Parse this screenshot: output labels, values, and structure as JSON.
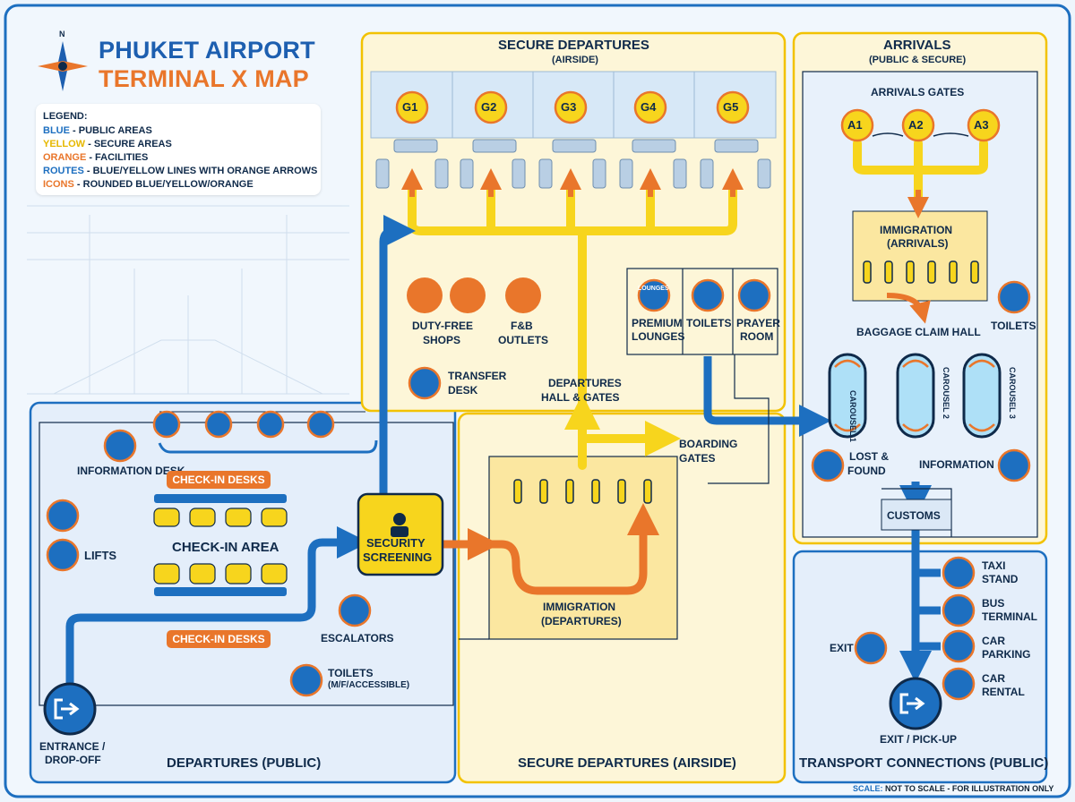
{
  "title": {
    "line1": "PHUKET AIRPORT",
    "line2": "TERMINAL X MAP",
    "compass_n": "N"
  },
  "legend": {
    "heading": "LEGEND:",
    "rows": [
      {
        "key": "BLUE",
        "desc": " - PUBLIC AREAS",
        "color": "#1d6fc0"
      },
      {
        "key": "YELLOW",
        "desc": " - SECURE AREAS",
        "color": "#f2c200"
      },
      {
        "key": "ORANGE",
        "desc": " - FACILITIES",
        "color": "#e9762b"
      },
      {
        "key": "ROUTES",
        "desc": " - BLUE/YELLOW LINES WITH ORANGE ARROWS",
        "color": "#1d6fc0"
      },
      {
        "key": "ICONS",
        "desc": " - ROUNDED BLUE/YELLOW/ORANGE",
        "color": "#e9762b"
      }
    ]
  },
  "colors": {
    "public_blue": "#1d6fc0",
    "secure_yellow": "#f7d51d",
    "facility_orange": "#e9762b",
    "navy": "#0f2a4a"
  },
  "departures_public": {
    "zone_label": "DEPARTURES (PUBLIC)",
    "info_desk": "INFORMATION DESK",
    "lifts": "LIFTS",
    "checkin_top": "CHECK-IN DESKS",
    "checkin_area": "CHECK-IN AREA",
    "checkin_bottom": "CHECK-IN DESKS",
    "escalators": "ESCALATORS",
    "toilets": "TOILETS",
    "toilets_sub": "(M/F/ACCESSIBLE)",
    "entrance": "ENTRANCE /",
    "entrance2": "DROP-OFF",
    "security": "SECURITY",
    "security2": "SCREENING",
    "transfer": "TRANSFER",
    "transfer2": "DESK"
  },
  "secure_departures": {
    "heading": "SECURE DEPARTURES",
    "subheading": "(AIRSIDE)",
    "gates": [
      "G1",
      "G2",
      "G3",
      "G4",
      "G5"
    ],
    "duty_free": "DUTY-FREE",
    "duty_free2": "SHOPS",
    "fb": "F&B",
    "fb2": "OUTLETS",
    "lounges": "PREMIUM",
    "lounges2": "LOUNGES",
    "lounge_sign": "LOUNGES",
    "toilets": "TOILETS",
    "prayer": "PRAYER",
    "prayer2": "ROOM",
    "hall": "DEPARTURES",
    "hall2": "HALL & GATES",
    "boarding": "BOARDING",
    "boarding2": "GATES",
    "immigration": "IMMIGRATION",
    "immigration2": "(DEPARTURES)",
    "zone_label": "SECURE DEPARTURES (AIRSIDE)"
  },
  "arrivals": {
    "heading": "ARRIVALS",
    "subheading": "(PUBLIC & SECURE)",
    "gates_label": "ARRIVALS GATES",
    "gates": [
      "A1",
      "A2",
      "A3"
    ],
    "immigration": "IMMIGRATION",
    "immigration2": "(ARRIVALS)",
    "baggage": "BAGGAGE CLAIM HALL",
    "toilets": "TOILETS",
    "carousels": [
      "CAROUSEL 1",
      "CAROUSEL 2",
      "CAROUSEL 3"
    ],
    "lost": "LOST &",
    "lost2": "FOUND",
    "information": "INFORMATION",
    "customs": "CUSTOMS"
  },
  "transport": {
    "zone_label": "TRANSPORT CONNECTIONS (PUBLIC)",
    "taxi": "TAXI",
    "taxi2": "STAND",
    "bus": "BUS",
    "bus2": "TERMINAL",
    "car_parking": "CAR",
    "car_parking2": "PARKING",
    "car_rental": "CAR",
    "car_rental2": "RENTAL",
    "exit": "EXIT",
    "exit_pickup": "EXIT / PICK-UP"
  },
  "scale": {
    "label": "SCALE:",
    "text": " NOT TO SCALE - FOR ILLUSTRATION ONLY"
  }
}
